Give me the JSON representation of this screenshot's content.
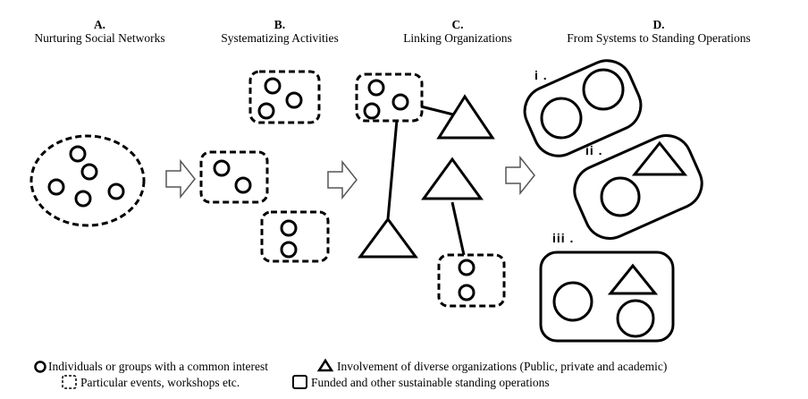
{
  "stages": [
    {
      "letter": "A.",
      "title": "Nurturing Social Networks"
    },
    {
      "letter": "B.",
      "title": "Systematizing Activities"
    },
    {
      "letter": "C.",
      "title": "Linking Organizations"
    },
    {
      "letter": "D.",
      "title": "From Systems to Standing Operations"
    }
  ],
  "sub_labels": [
    "i .",
    "ii .",
    "iii ."
  ],
  "legend": {
    "circle": "Individuals or groups with a common interest",
    "triangle": "Involvement of diverse organizations (Public, private and academic)",
    "dashed_square": "Particular events, workshops etc.",
    "solid_square": "Funded and other sustainable standing operations"
  }
}
